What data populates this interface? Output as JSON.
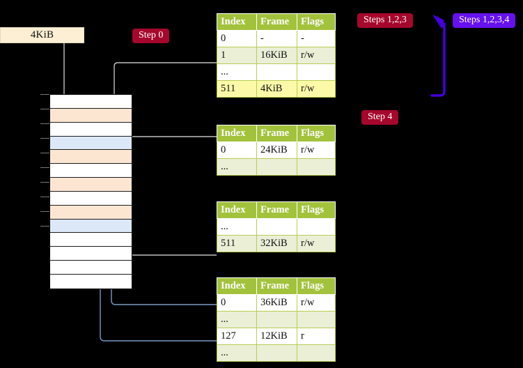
{
  "labels": {
    "kib_box": "4KiB",
    "step0": "Step 0",
    "steps123": "Steps 1,2,3",
    "steps1234": "Steps 1,2,3,4",
    "step4": "Step 4"
  },
  "colors": {
    "crimson": "#a6072c",
    "blue": "#6611ee",
    "table_header": "#a3c23c",
    "table_alt_row": "#eaefd6",
    "table_highlight": "#fcfaa8",
    "mem_peach": "#fce6d2",
    "mem_blue": "#dce8f7",
    "kib_box_bg": "#fcefd3",
    "gray_wire": "#b8b8b8",
    "blue_wire": "#6a8fc0"
  },
  "tables": [
    {
      "name": "page-table-level-0",
      "columns": [
        "Index",
        "Frame",
        "Flags"
      ],
      "rows": [
        {
          "cells": [
            "0",
            "-",
            "-"
          ],
          "style": "plain"
        },
        {
          "cells": [
            "1",
            "16KiB",
            "r/w"
          ],
          "style": "alt"
        },
        {
          "cells": [
            "...",
            "",
            ""
          ],
          "style": "plain"
        },
        {
          "cells": [
            "511",
            "4KiB",
            "r/w"
          ],
          "style": "hl"
        }
      ]
    },
    {
      "name": "page-table-level-1",
      "columns": [
        "Index",
        "Frame",
        "Flags"
      ],
      "rows": [
        {
          "cells": [
            "0",
            "24KiB",
            "r/w"
          ],
          "style": "plain"
        },
        {
          "cells": [
            "...",
            "",
            ""
          ],
          "style": "alt"
        }
      ]
    },
    {
      "name": "page-table-level-2",
      "columns": [
        "Index",
        "Frame",
        "Flags"
      ],
      "rows": [
        {
          "cells": [
            "...",
            "",
            ""
          ],
          "style": "plain"
        },
        {
          "cells": [
            "511",
            "32KiB",
            "r/w"
          ],
          "style": "alt"
        }
      ]
    },
    {
      "name": "page-table-level-3",
      "columns": [
        "Index",
        "Frame",
        "Flags"
      ],
      "rows": [
        {
          "cells": [
            "0",
            "36KiB",
            "r/w"
          ],
          "style": "plain"
        },
        {
          "cells": [
            "...",
            "",
            ""
          ],
          "style": "alt"
        },
        {
          "cells": [
            "127",
            "12KiB",
            "r"
          ],
          "style": "plain"
        },
        {
          "cells": [
            "...",
            "",
            ""
          ],
          "style": "alt"
        }
      ]
    }
  ],
  "memory": {
    "name": "physical-memory-block",
    "rows": [
      {
        "fill": "white"
      },
      {
        "fill": "peach"
      },
      {
        "fill": "white"
      },
      {
        "fill": "blue"
      },
      {
        "fill": "peach"
      },
      {
        "fill": "white"
      },
      {
        "fill": "peach"
      },
      {
        "fill": "white"
      },
      {
        "fill": "peach"
      },
      {
        "fill": "blue"
      },
      {
        "fill": "white"
      },
      {
        "fill": "white"
      },
      {
        "fill": "white"
      },
      {
        "fill": "white"
      }
    ],
    "ticks": [
      135,
      156,
      177,
      198,
      219,
      240,
      261,
      282,
      303,
      324
    ]
  }
}
